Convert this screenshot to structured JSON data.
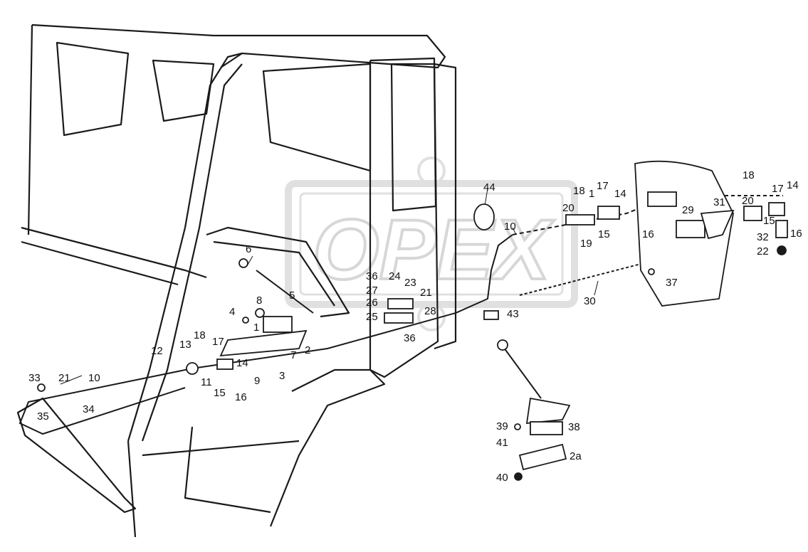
{
  "watermark": {
    "text": "OPEX",
    "color": "#c8c8c8"
  },
  "line_color": "#1a1a1a",
  "labels": {
    "l44": "44",
    "l10a": "10",
    "l18a": "18",
    "l1a": "1",
    "l17a": "17",
    "l14a": "14",
    "l20a": "20",
    "l15a": "15",
    "l19": "19",
    "l16a": "16",
    "l18b": "18",
    "l17b": "17",
    "l14b": "14",
    "l20b": "20",
    "l29": "29",
    "l31": "31",
    "l15b": "15",
    "l16b": "16",
    "l32": "32",
    "l22": "22",
    "l37": "37",
    "l30": "30",
    "l6": "6",
    "l5": "5",
    "l8": "8",
    "l4": "4",
    "l1b": "1",
    "l2": "2",
    "l7": "7",
    "l3": "3",
    "l9": "9",
    "l13": "13",
    "l18c": "18",
    "l17c": "17",
    "l14c": "14",
    "l15c": "15",
    "l16c": "16",
    "l12": "12",
    "l11": "11",
    "l33": "33",
    "l21a": "21",
    "l10b": "10",
    "l35": "35",
    "l34": "34",
    "l36a": "36",
    "l24": "24",
    "l27": "27",
    "l23": "23",
    "l26": "26",
    "l21b": "21",
    "l25": "25",
    "l28": "28",
    "l36b": "36",
    "l43": "43",
    "l39": "39",
    "l38": "38",
    "l41": "41",
    "l2a": "2a",
    "l40": "40"
  }
}
